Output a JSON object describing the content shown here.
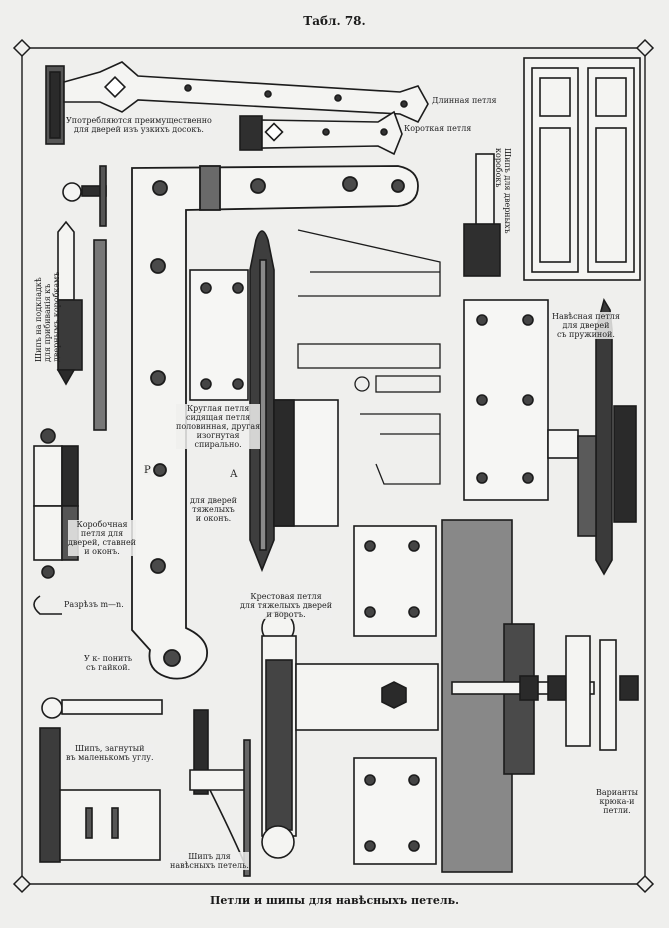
{
  "plate": {
    "title": "Табл. 78.",
    "caption": "Петли и шипы для навѣсныхъ петель."
  },
  "labels": {
    "long_hinge": "Длинная петля",
    "short_hinge": "Короткая петля",
    "narrow_doors_note": [
      "Употребляются преимущественно",
      "для дверей изъ узкихъ досокъ."
    ],
    "pintle_left_vertical": [
      "Шипъ на подкладкѣ",
      "для прибиванія къ",
      "двернымъ коробкамъ"
    ],
    "pintle_right_vertical": [
      "Шипъ для дверныхъ",
      "коробокъ"
    ],
    "boxed_hinge_a": [
      "Коробочная",
      "петля для",
      "дверей, ставней",
      "и оконъ."
    ],
    "cut_label": "Разрѣзъ m—n.",
    "with_nut": [
      "У к- понить",
      "съ гайкой."
    ],
    "round_hinge": [
      "Круглая петля",
      "сидящая петля",
      "половинная, другая",
      "изогнутая",
      "спирально."
    ],
    "for_heavy_doors": [
      "для дверей",
      "тяжелыхъ",
      "и оконъ."
    ],
    "cross_hinge": [
      "Крестовая петля",
      "для тяжелыхъ дверей",
      "и воротъ."
    ],
    "spring_hinge": [
      "Навѣсная петля",
      "для дверей",
      "съ пружиной."
    ],
    "pintle_angle": [
      "Шипъ, загнутый",
      "въ маленькомъ углу."
    ],
    "pintle_for_hanging": [
      "Шипъ для",
      "навѣсныхъ петель."
    ],
    "hook_variants": [
      "Варианты",
      "крюка-и",
      "петли."
    ],
    "letter_p": "Р",
    "letter_a": "А"
  },
  "figures": {
    "straps": "strap-hinges",
    "corner_plate": "corner-plate",
    "cabinet": "cabinet-doors"
  }
}
